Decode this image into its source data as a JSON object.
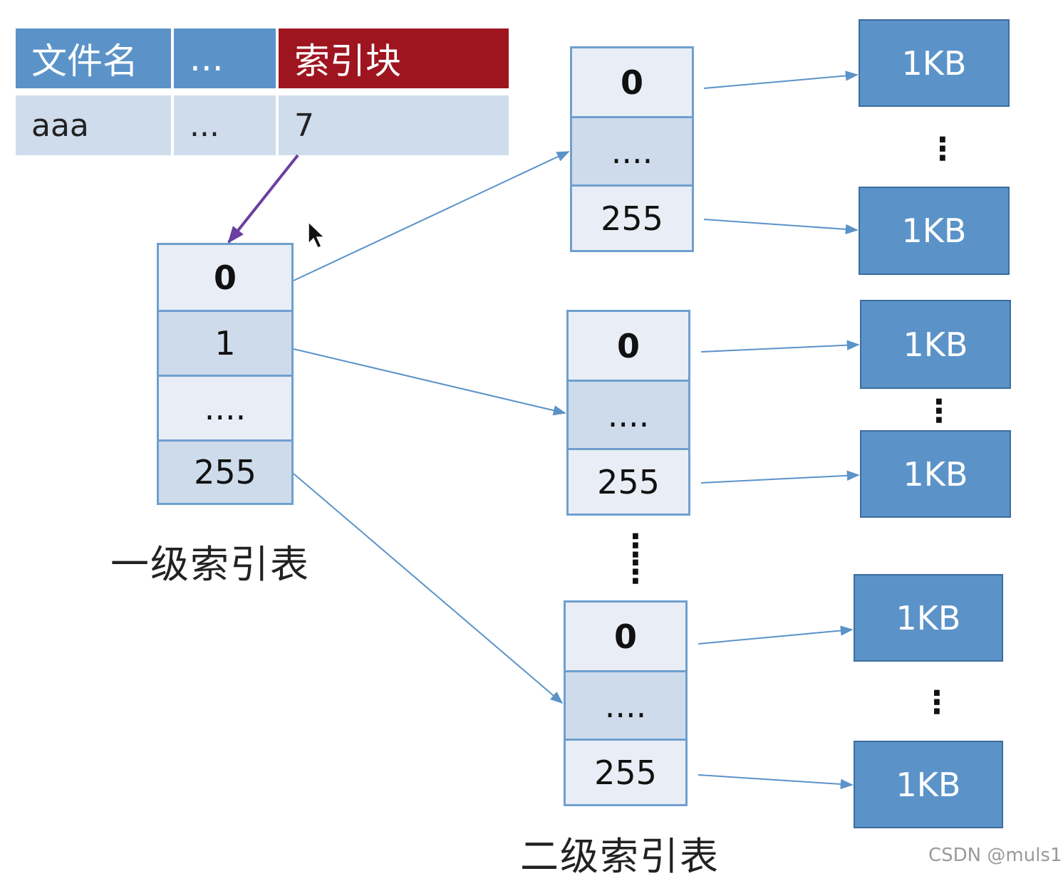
{
  "fcb": {
    "headers": [
      "文件名",
      "...",
      "索引块"
    ],
    "row": [
      "aaa",
      "...",
      "7"
    ]
  },
  "first_level": {
    "cells": [
      "0",
      "1",
      "....",
      "255"
    ],
    "label": "一级索引表"
  },
  "second_level": {
    "tables": [
      {
        "cells": [
          "0",
          "....",
          "255"
        ]
      },
      {
        "cells": [
          "0",
          "....",
          "255"
        ]
      },
      {
        "cells": [
          "0",
          "....",
          "255"
        ]
      }
    ],
    "between_dots": "⋮",
    "label": "二级索引表"
  },
  "data_blocks": {
    "label": "1KB",
    "dots": "⋮"
  },
  "watermark": "CSDN @muls1",
  "colors": {
    "header_blue": "#5b93c9",
    "header_red": "#9e1520",
    "arrow_blue": "#5b93c9",
    "arrow_purple": "#6a3fa0"
  }
}
